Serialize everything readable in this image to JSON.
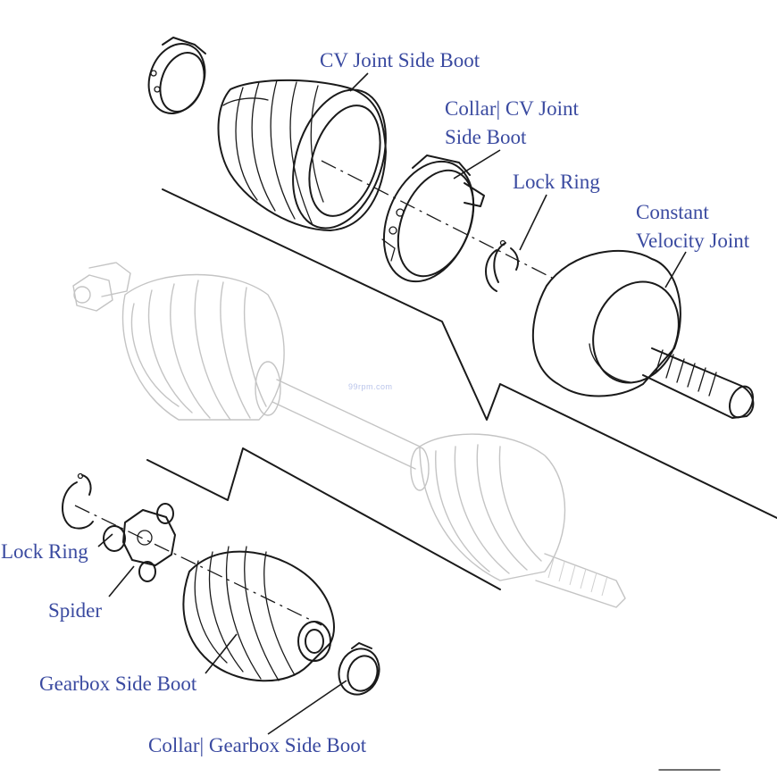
{
  "labels": {
    "cv_joint_side_boot": "CV Joint Side Boot",
    "collar_cv_line1": "Collar| CV Joint",
    "collar_cv_line2": "Side Boot",
    "lock_ring_top": "Lock Ring",
    "cvj_line1": "Constant",
    "cvj_line2": "Velocity Joint",
    "lock_ring_left": "Lock Ring",
    "spider": "Spider",
    "gearbox_side_boot": "Gearbox Side Boot",
    "collar_gearbox": "Collar| Gearbox Side Boot"
  },
  "watermark": "99rpm.com",
  "colors": {
    "label_text": "#3a4aa0",
    "ink": "#1a1a1a",
    "ghost": "#c4c4c4",
    "watermark": "#b9c4ea"
  }
}
